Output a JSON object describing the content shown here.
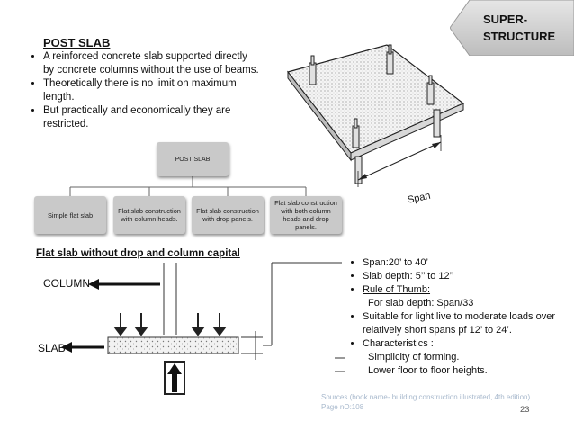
{
  "header": {
    "badge_line1": "SUPER-",
    "badge_line2": "STRUCTURE"
  },
  "post_slab": {
    "title": "POST SLAB",
    "bullets": [
      "A reinforced concrete slab supported directly by concrete columns without the use of beams.",
      "Theoretically there is no limit on maximum length.",
      "But practically and economically they are restricted."
    ]
  },
  "org_chart": {
    "root": "POST SLAB",
    "children": [
      "Simple flat slab",
      "Flat slab construction with column heads.",
      "Flat slab construction with drop panels.",
      "Flat slab construction with both column heads and drop panels."
    ]
  },
  "diagram": {
    "span_label": "Span",
    "subtitle": "Flat slab without drop  and column capital",
    "column_label": "COLUMN",
    "slab_label": "SLAB"
  },
  "specs": {
    "items": [
      "Span:20’ to 40’",
      "Slab depth: 5’’ to 12’’",
      "Rule of Thumb:",
      "For slab depth: Span/33",
      "Suitable for light live to moderate loads over relatively short spans pf 12’ to 24’.",
      "Characteristics :",
      "Simplicity of forming.",
      "Lower floor to floor heights."
    ]
  },
  "footer": {
    "source_line1": "Sources (book name- building construction illustrated, 4th edition)",
    "source_line2": "Page nO:108",
    "page_number": "23"
  },
  "colors": {
    "badge_fill": "#d4d4d4",
    "source_text": "#a7b8cc",
    "chart_box": "#c9c9c9"
  }
}
